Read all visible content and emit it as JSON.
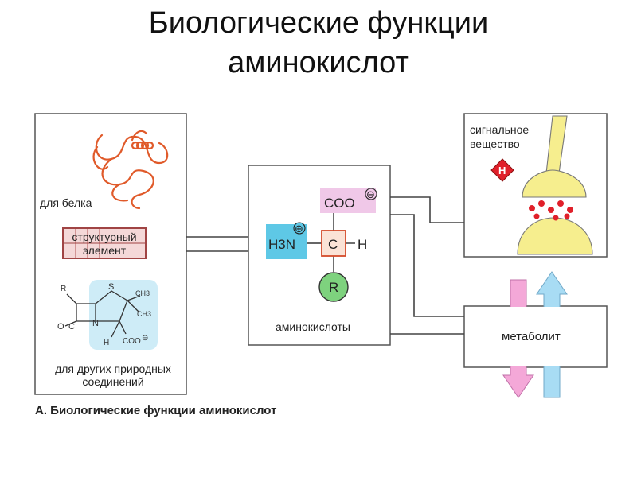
{
  "slide": {
    "title_line1": "Биологические функции",
    "title_line2": "аминокислот"
  },
  "diagram": {
    "left_panel": {
      "protein_label": "для белка",
      "structural_element": [
        "структурный",
        "элемент"
      ],
      "natural_compounds": [
        "для других природных",
        "соединений"
      ],
      "molecule_atoms": {
        "r": "R",
        "s": "S",
        "ch3_top": "CH3",
        "ch3_mid": "CH3",
        "o": "O",
        "c": "C",
        "n": "N",
        "h": "H",
        "coo": "COO",
        "charge": "⊖"
      }
    },
    "center_panel": {
      "coo": "COO",
      "coo_charge": "⊖",
      "h3n": "H3N",
      "h3n_charge": "⊕",
      "carbon": "C",
      "hydrogen": "H",
      "r_group": "R",
      "label": "аминокислоты"
    },
    "signal_panel": {
      "label": [
        "сигнальное",
        "вещество"
      ],
      "h_marker": "H"
    },
    "metabolite_label": "метаболит",
    "caption": "А. Биологические функции аминокислот",
    "colors": {
      "protein_curl": "#e05a2a",
      "struct_brick": "#a04444",
      "h3n_box": "#5ec8e6",
      "coo_box": "#f0c8e8",
      "r_circle": "#7ed27e",
      "carbon_box": "#d44a2a",
      "signal_red": "#e0202a",
      "vesicle_yellow": "#f6ee8e",
      "arrow_pink": "#f4a8d8",
      "arrow_blue": "#a8dcf4"
    }
  }
}
